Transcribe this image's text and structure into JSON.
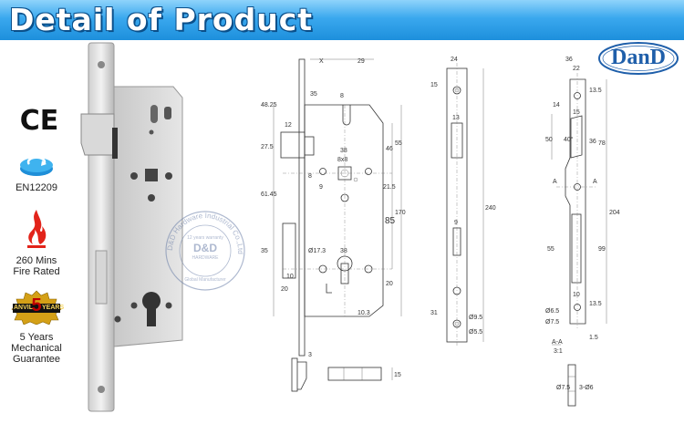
{
  "banner": {
    "title": "Detail of Product"
  },
  "brand": {
    "logo_text": "DanD"
  },
  "certifications": [
    {
      "mark": "CE",
      "label": ""
    },
    {
      "mark": "",
      "label": "EN12209"
    },
    {
      "mark": "",
      "label_line1": "260 Mins",
      "label_line2": "Fire Rated"
    },
    {
      "mark": "",
      "label_line1": "5 Years",
      "label_line2": "Mechanical",
      "label_line3": "Guarantee"
    }
  ],
  "badge": {
    "line1": "ANVIL",
    "line2": "5",
    "line3": "YEARS"
  },
  "watermark": {
    "ring_text": "D&D Hardware Industrial Co.,Ltd",
    "center_top": "12 years warranty",
    "center_main": "D&D",
    "center_sub": "HARDWARE",
    "bottom": "Global Manufacturer"
  },
  "drawing_front": {
    "dims": [
      "X",
      "29",
      "35",
      "8",
      "48.25",
      "12",
      "27.5",
      "38",
      "8x8",
      "46",
      "55",
      "8",
      "9",
      "21.5",
      "61.45",
      "170",
      "85",
      "35",
      "Ø17.3",
      "38",
      "20",
      "10",
      "20",
      "10.3"
    ]
  },
  "drawing_side": {
    "dims": [
      "24",
      "15",
      "13",
      "9",
      "240",
      "31",
      "Ø9.5",
      "Ø5.5"
    ]
  },
  "drawing_strike": {
    "dims": [
      "36",
      "22",
      "13.5",
      "14",
      "15",
      "50",
      "40°",
      "36",
      "78",
      "A",
      "A",
      "204",
      "55",
      "99",
      "13.5",
      "10",
      "Ø6.5",
      "Ø7.5"
    ]
  },
  "drawing_latch": {
    "dims": [
      "3",
      "15"
    ]
  },
  "section": {
    "label": "A-A",
    "scale": "3:1",
    "dims": [
      "1.5",
      "Ø7.5",
      "3-Ø6"
    ]
  }
}
